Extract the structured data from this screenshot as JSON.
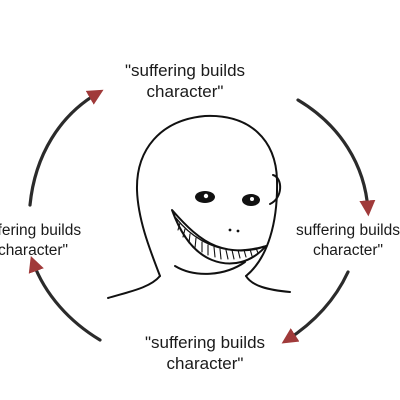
{
  "captions": {
    "top": "\"suffering builds\ncharacter\"",
    "right": "suffering builds\ncharacter\"",
    "bottom": "\"suffering builds\ncharacter\"",
    "left": "uffering builds\ncharacter\""
  },
  "colors": {
    "arc": "#2b2b2b",
    "arrowhead": "#a03a3a",
    "line": "#111111"
  },
  "icons": {
    "center": "grinning-wojak-face-icon",
    "cycle": "circular-arrow-icon"
  }
}
